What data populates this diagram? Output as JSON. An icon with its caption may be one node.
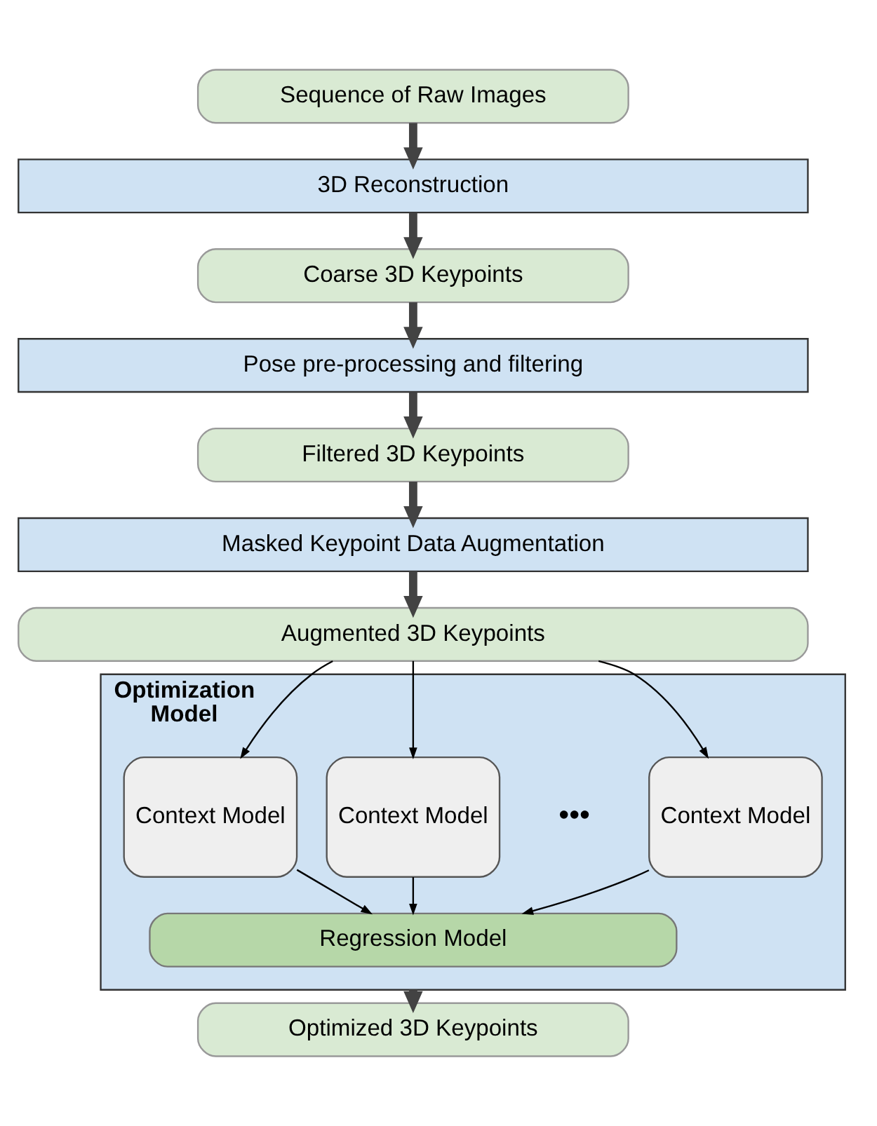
{
  "diagram": {
    "nodes": [
      {
        "text": [
          "Sequence of Raw Images"
        ]
      },
      {
        "text": [
          "3D Reconstruction"
        ]
      },
      {
        "text": [
          "Coarse 3D Keypoints"
        ]
      },
      {
        "text": [
          "Pose pre-processing and filtering"
        ]
      },
      {
        "text": [
          "Filtered 3D Keypoints"
        ]
      },
      {
        "text": [
          "Masked Keypoint Data Augmentation"
        ]
      },
      {
        "text": [
          "Augmented 3D Keypoints"
        ]
      },
      {
        "text": [
          "Optimization Model"
        ]
      },
      {
        "text": [
          "Context Model"
        ],
        "in": 7
      },
      {
        "text": [
          "Context Model"
        ],
        "in": 7
      },
      {
        "text": [
          "Context Model"
        ],
        "in": 7
      },
      {
        "text": [
          "Regression Model"
        ],
        "in": 7
      },
      {
        "text": [
          "Optimized 3D Keypoints"
        ]
      }
    ],
    "edges": [
      {
        "from": 0,
        "to": 1,
        "arrow": "to"
      },
      {
        "from": 1,
        "to": 2,
        "arrow": "to"
      },
      {
        "from": 2,
        "to": 3,
        "arrow": "to"
      },
      {
        "from": 3,
        "to": 4,
        "arrow": "to"
      },
      {
        "from": 4,
        "to": 5,
        "arrow": "to"
      },
      {
        "from": 5,
        "to": 6,
        "arrow": "to"
      },
      {
        "from": 6,
        "to": 8,
        "arrow": "to",
        "color": "#000000"
      },
      {
        "from": 6,
        "to": 9,
        "arrow": "to",
        "color": "#000000"
      },
      {
        "from": 6,
        "to": 10,
        "arrow": "to",
        "color": "#000000"
      },
      {
        "from": 8,
        "to": 11,
        "arrow": "to",
        "color": "#000000"
      },
      {
        "from": 9,
        "to": 11,
        "arrow": "to",
        "color": "#000000"
      },
      {
        "from": 10,
        "to": 11,
        "arrow": "to",
        "color": "#000000"
      },
      {
        "from": 7,
        "to": 12,
        "arrow": "to"
      }
    ],
    "labels": [
      "•••"
    ]
  }
}
